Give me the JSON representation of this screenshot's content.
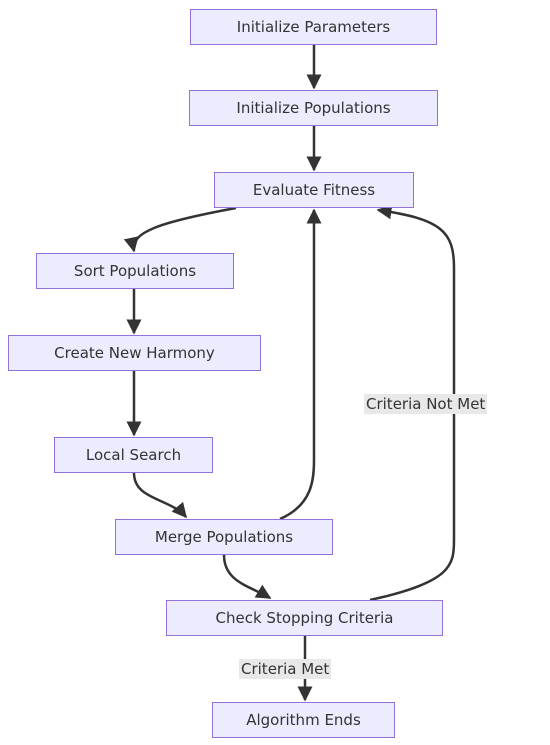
{
  "nodes": {
    "init_params": "Initialize Parameters",
    "init_pops": "Initialize Populations",
    "eval": "Evaluate Fitness",
    "sort": "Sort Populations",
    "create": "Create New Harmony",
    "local": "Local Search",
    "merge": "Merge Populations",
    "check": "Check Stopping Criteria",
    "end": "Algorithm Ends"
  },
  "edge_labels": {
    "not_met": "Criteria Not Met",
    "met": "Criteria Met"
  },
  "colors": {
    "node_fill": "#ececff",
    "node_border": "#9370db",
    "edge": "#333333",
    "label_bg": "#e8e8e8",
    "text": "#333333"
  }
}
